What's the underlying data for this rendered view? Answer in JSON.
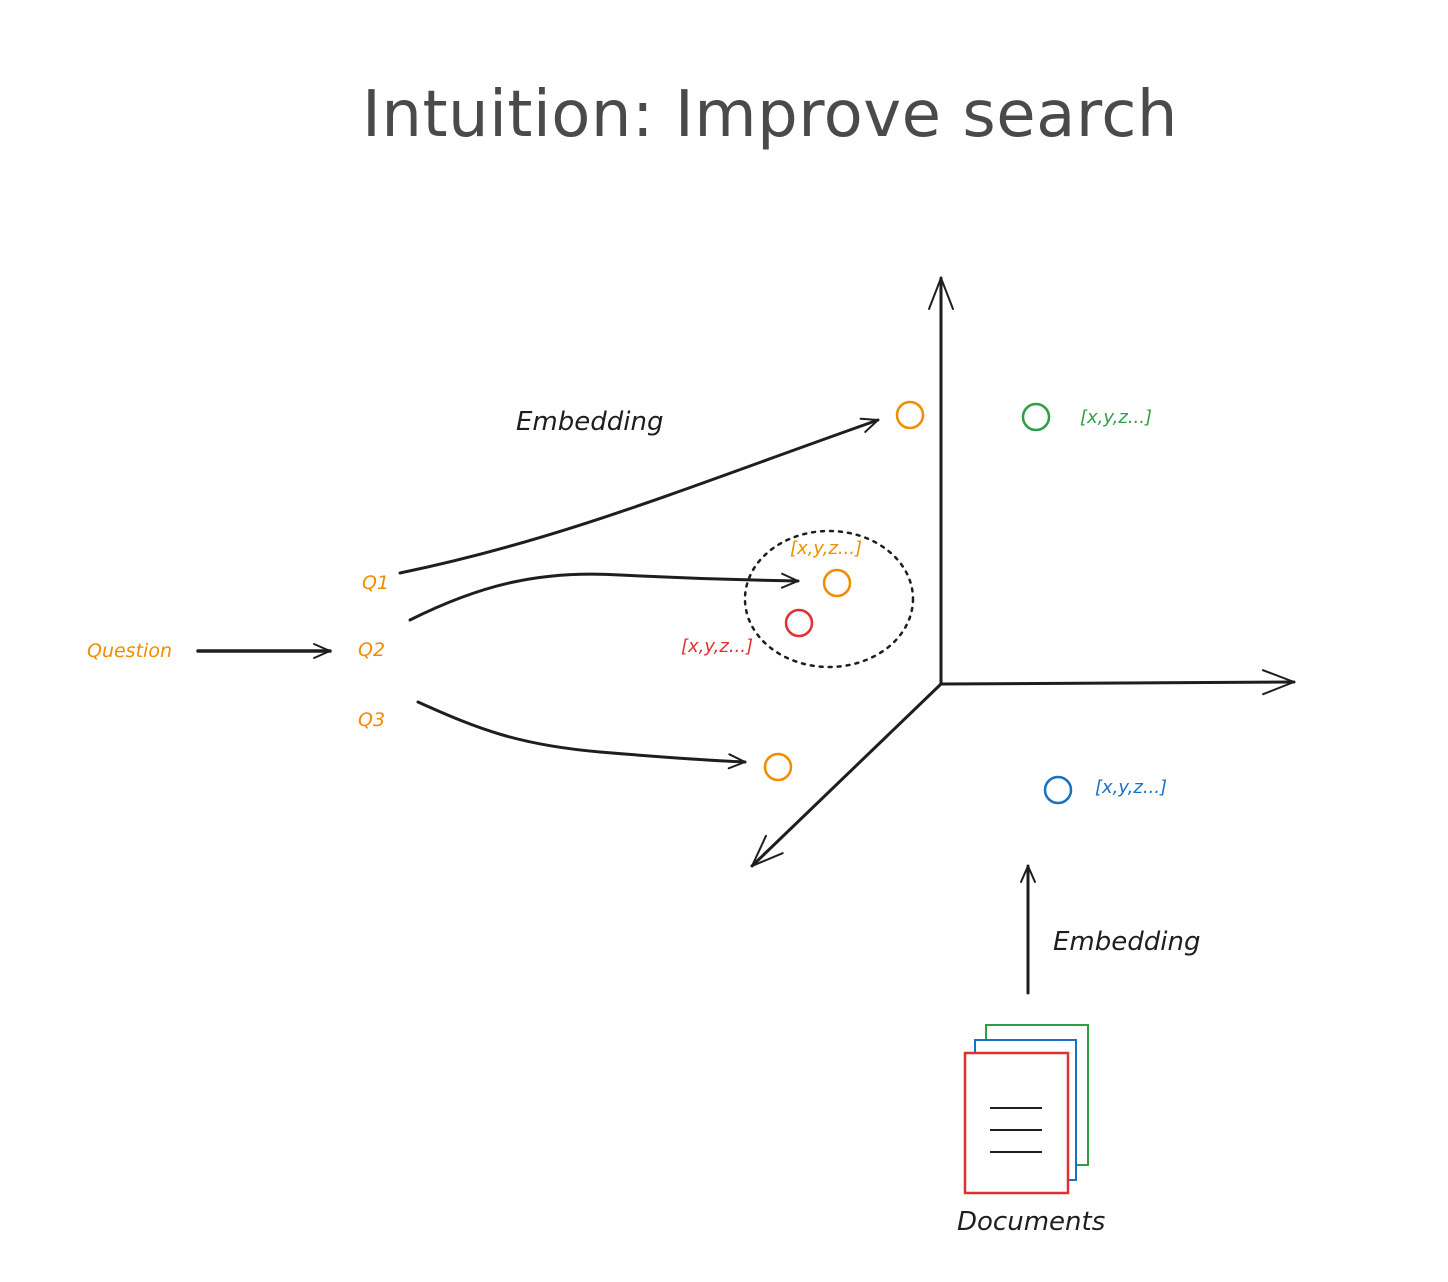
{
  "title": "Intuition: Improve search",
  "labels": {
    "question": "Question",
    "q1": "Q1",
    "q2": "Q2",
    "q3": "Q3",
    "embedding_top": "Embedding",
    "embedding_bottom": "Embedding",
    "documents": "Documents"
  },
  "vectors": {
    "green": "[x,y,z...]",
    "orange": "[x,y,z...]",
    "red": "[x,y,z...]",
    "blue": "[x,y,z...]"
  },
  "colors": {
    "orange": "#f08c00",
    "green": "#2f9e44",
    "red": "#e03131",
    "blue": "#1971c2",
    "ink": "#1e1e1e",
    "title": "#4a4a4a"
  }
}
